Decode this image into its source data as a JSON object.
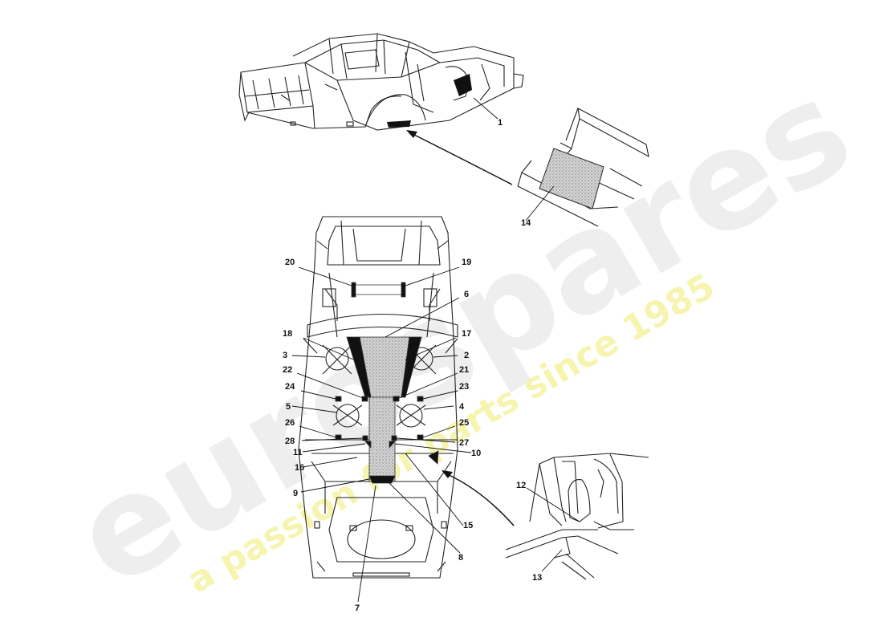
{
  "watermark": {
    "brand": "eurospares",
    "tagline": "a passion for parts since 1985",
    "brand_color": "#e9e9e9",
    "tagline_color": "#f4f29a"
  },
  "callouts": {
    "c1": "1",
    "c2": "2",
    "c3": "3",
    "c4": "4",
    "c5": "5",
    "c6": "6",
    "c7": "7",
    "c8": "8",
    "c9": "9",
    "c10": "10",
    "c11": "11",
    "c12": "12",
    "c13": "13",
    "c14": "14",
    "c15": "15",
    "c16": "16",
    "c17": "17",
    "c18": "18",
    "c19": "19",
    "c20": "20",
    "c21": "21",
    "c22": "22",
    "c23": "23",
    "c24": "24",
    "c25": "25",
    "c26": "26",
    "c27": "27",
    "c28": "28"
  }
}
